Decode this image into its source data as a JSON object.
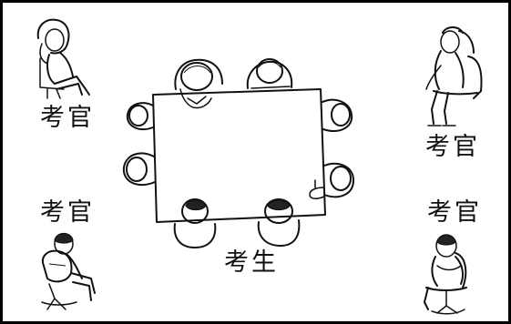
{
  "labels": {
    "examiner_top_left": "考官",
    "examiner_top_right": "考官",
    "examiner_bottom_left": "考官",
    "examiner_bottom_right": "考官",
    "candidates": "考生"
  },
  "icons": {
    "table": "table-icon",
    "seated_person_top": "seated-person-icon",
    "seated_person_side": "seated-person-icon",
    "seated_person_bottom": "seated-person-icon",
    "examiner_chair": "chair-person-icon"
  },
  "colors": {
    "ink": "#111111",
    "paper": "#ffffff"
  }
}
